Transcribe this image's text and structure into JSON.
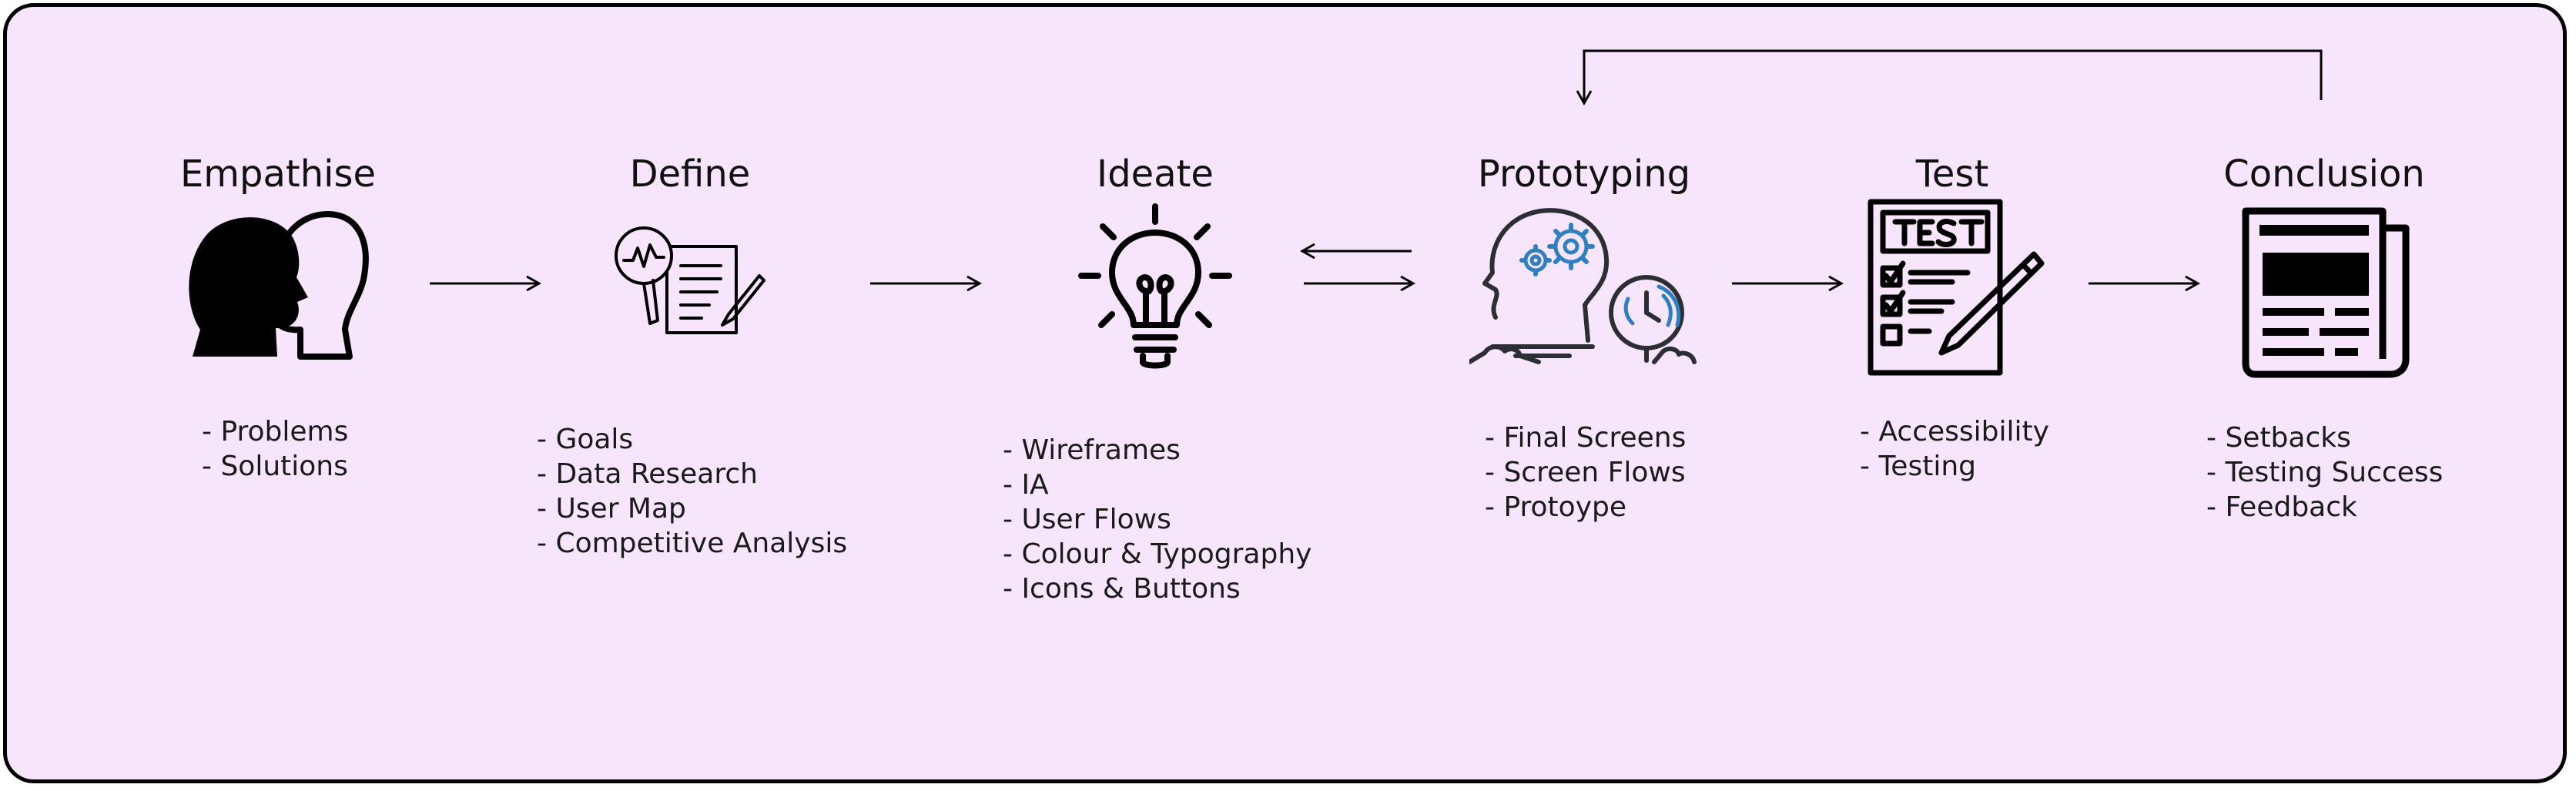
{
  "stages": [
    {
      "title": "Empathise",
      "icon": "two-heads-icon",
      "items": [
        "Problems",
        "Solutions"
      ]
    },
    {
      "title": "Define",
      "icon": "magnifier-document-icon",
      "items": [
        "Goals",
        "Data Research",
        "User Map",
        "Competitive Analysis"
      ]
    },
    {
      "title": "Ideate",
      "icon": "lightbulb-icon",
      "items": [
        "Wireframes",
        "IA",
        "User Flows",
        "Colour & Typography",
        "Icons & Buttons"
      ]
    },
    {
      "title": "Prototyping",
      "icon": "head-gears-icon",
      "items": [
        "Final Screens",
        "Screen Flows",
        "Protoype"
      ]
    },
    {
      "title": "Test",
      "icon": "test-checklist-icon",
      "items": [
        "Accessibility",
        "Testing"
      ]
    },
    {
      "title": "Conclusion",
      "icon": "newspaper-icon",
      "items": [
        "Setbacks",
        "Testing Success",
        "Feedback"
      ]
    }
  ],
  "colors": {
    "background": "#f7e6fb",
    "border": "#000000",
    "accent": "#2f7fc1",
    "text": "#111111"
  }
}
